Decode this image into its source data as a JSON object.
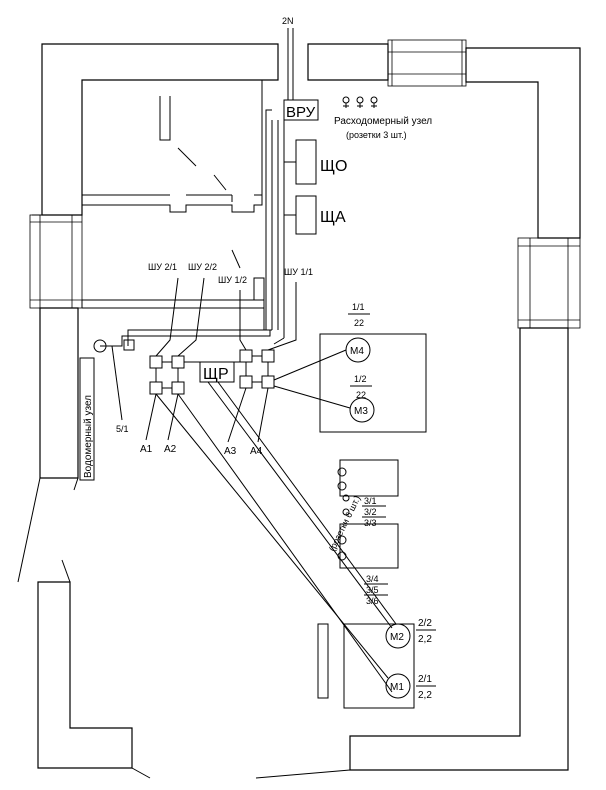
{
  "labels": {
    "input": "2N",
    "vru": "ВРУ",
    "shchO": "ЩО",
    "shchA": "ЩА",
    "shr": "ЩР",
    "meter_node": "Расходомерный узел",
    "meter_node_sockets": "(розетки 3 шт.)",
    "water_node": "Водомерный узел",
    "sockets6": "(розетки 6 шт.)",
    "shu21": "ШУ 2/1",
    "shu22": "ШУ 2/2",
    "shu12": "ШУ 1/2",
    "shu11": "ШУ 1/1",
    "a1": "А1",
    "a2": "А2",
    "a3": "А3",
    "a4": "А4",
    "n51": "5/1"
  },
  "motors": {
    "m4": {
      "label": "М4",
      "num": "1/1",
      "den": "22"
    },
    "m3": {
      "label": "М3",
      "num": "1/2",
      "den": "22"
    },
    "m2": {
      "label": "М2",
      "num": "2/2",
      "den": "2,2"
    },
    "m1": {
      "label": "М1",
      "num": "2/1",
      "den": "2,2"
    }
  },
  "circuits": {
    "c31": "3/1",
    "c32": "3/2",
    "c33": "3/3",
    "c34": "3/4",
    "c35": "3/5",
    "c36": "3/6"
  }
}
